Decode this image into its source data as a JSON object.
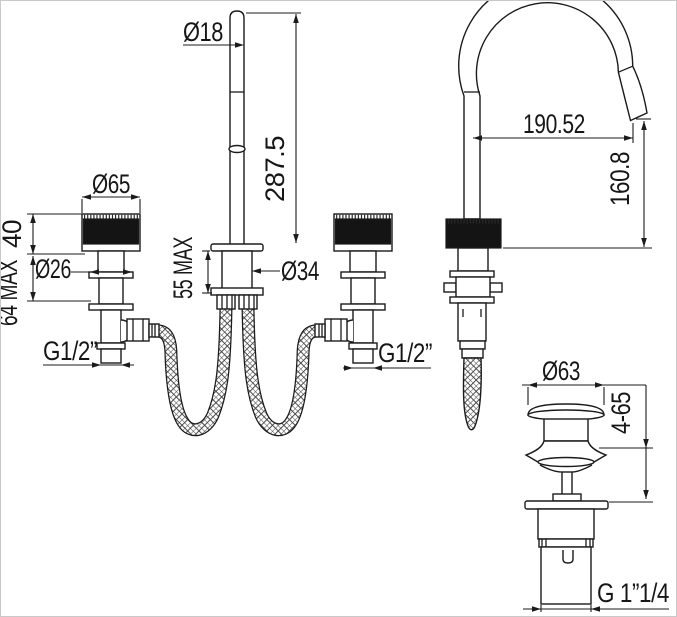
{
  "drawing": {
    "type": "technical-dimension-drawing",
    "subject": "3-hole basin mixer faucet with gooseneck spout, flexible supply hoses and pop-up waste",
    "line_color": "#1b1b1b",
    "background_color": "#ffffff",
    "accent_fill": "#141414"
  },
  "labels": {
    "center_spout": {
      "tip_diameter": "Ø18",
      "height": "287.5",
      "body_diameter": "Ø34",
      "under_deck_max": "55 MAX"
    },
    "side_valve": {
      "handle_diameter": "Ø65",
      "handle_height": "40",
      "shank_diameter": "Ø26",
      "deck_max": "64 MAX",
      "thread_left": "G1/2”",
      "thread_right": "G1/2”"
    },
    "gooseneck_spout": {
      "reach": "190.52",
      "height": "160.8"
    },
    "drain": {
      "cap_diameter": "Ø63",
      "deck_range": "4-65",
      "thread": "G 1”1/4"
    }
  }
}
